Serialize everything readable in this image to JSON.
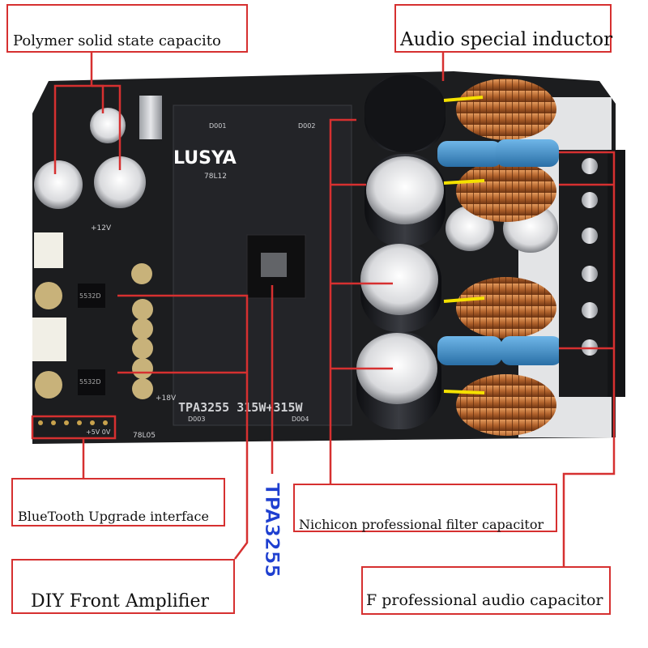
{
  "image": {
    "description_labels": {
      "polymer": "Polymer solid state capacito",
      "inductor": "Audio special inductor",
      "bluetooth": "BlueTooth Upgrade interface",
      "nichicon": "Nichicon professional filter capacitor",
      "diy": "DIY Front Amplifier",
      "f_cap": "F professional audio capacitor",
      "tpa_vertical": "TPA3255"
    },
    "board_text": {
      "brand": "LUSYA",
      "model": "TPA3255  315W+315W",
      "chip1": "5532D",
      "chip2": "5532D",
      "reg": "78L12",
      "reg2": "78L05",
      "v12": "+12V",
      "v18": "+18V",
      "d001": "D001",
      "d002": "D002",
      "d003": "D003",
      "d004": "D004",
      "pins": "+5V  0V"
    },
    "colors": {
      "pointer": "#d63030",
      "board": "#1c1d1f",
      "inductor": "#c0703a",
      "blue_cap": "#3a8fc9",
      "marker": "#f5e100",
      "vertical_text": "#1e3fd0"
    }
  }
}
